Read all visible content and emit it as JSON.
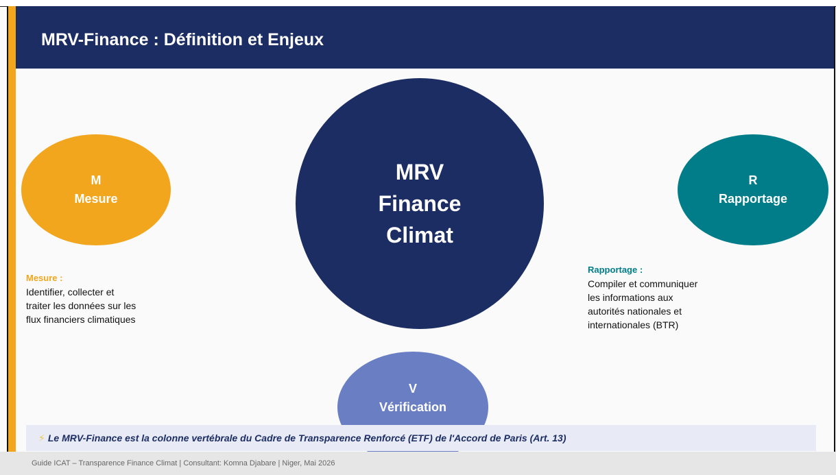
{
  "slide": {
    "title": "MRV-Finance : Définition et Enjeux"
  },
  "center_circle": {
    "line1": "MRV",
    "line2": "Finance",
    "line3": "Climat"
  },
  "circle_m": {
    "letter": "M",
    "label": "Mesure"
  },
  "circle_r": {
    "letter": "R",
    "label": "Rapportage"
  },
  "circle_v": {
    "letter": "V",
    "label": "Vérification"
  },
  "desc_m": {
    "heading": "Mesure :",
    "lines": [
      "Identifier, collecter et",
      "traiter les données sur les",
      "flux financiers climatiques"
    ]
  },
  "desc_r": {
    "heading": "Rapportage :",
    "lines": [
      "Compiler et communiquer",
      "les informations aux",
      "autorités nationales et",
      "internationales (BTR)"
    ]
  },
  "note": {
    "icon": "lightning-icon",
    "text": "Le MRV-Finance est la colonne vertébrale du Cadre de Transparence Renforcé (ETF) de l'Accord de Paris (Art. 13)"
  },
  "footer": {
    "text": "Guide ICAT – Transparence Finance Climat | Consultant: Komna Djabare | Niger, Mai 2026"
  },
  "colors": {
    "navy": "#1b2d63",
    "orange": "#f2a61d",
    "teal": "#017d89",
    "periwinkle": "#6a7ec4"
  }
}
